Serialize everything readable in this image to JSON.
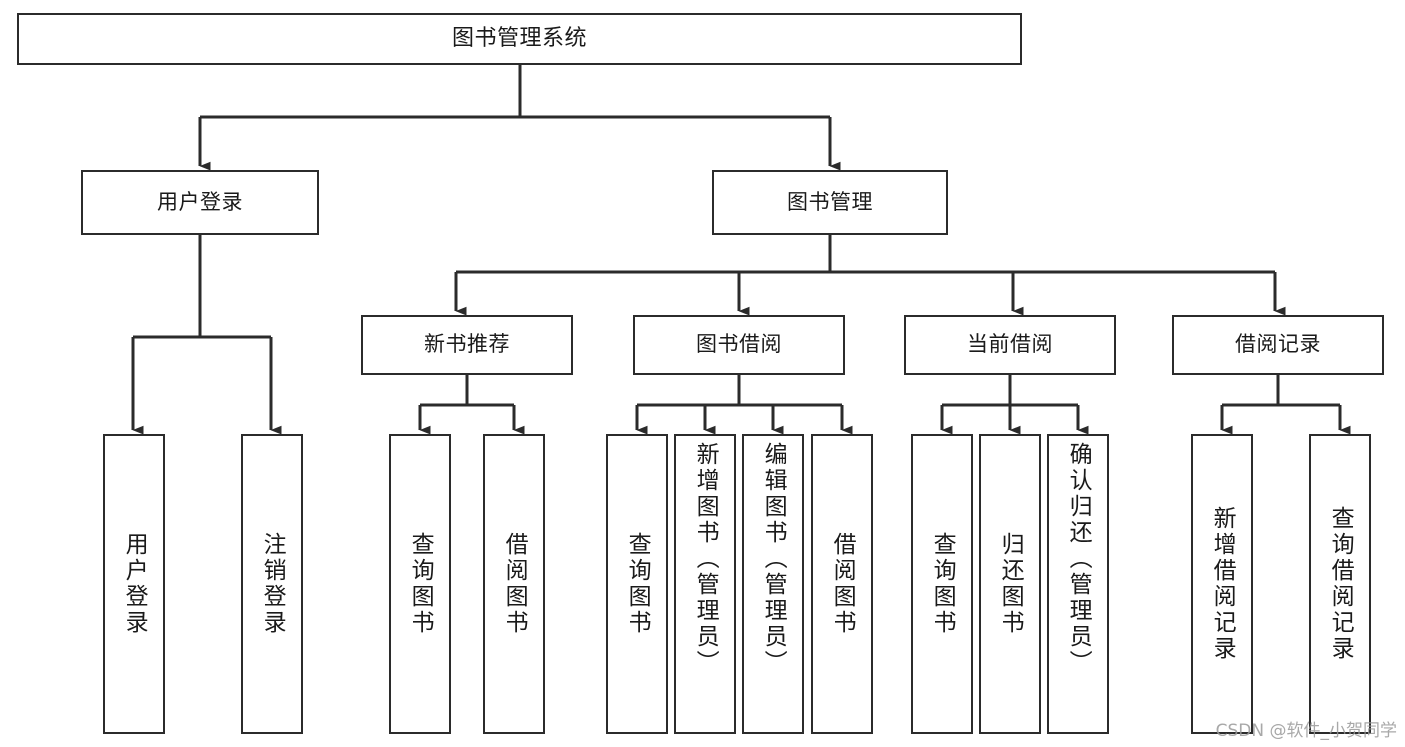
{
  "diagram": {
    "title": "图书管理系统",
    "type": "tree-hierarchy",
    "stroke_color": "#2b2b2b",
    "fill_color": "#ffffff",
    "text_color": "#1a1a1a"
  },
  "nodes": {
    "root": {
      "label": "图书管理系统"
    },
    "level2": [
      {
        "label": "用户登录"
      },
      {
        "label": "图书管理"
      }
    ],
    "level3": [
      {
        "label": "新书推荐"
      },
      {
        "label": "图书借阅"
      },
      {
        "label": "当前借阅"
      },
      {
        "label": "借阅记录"
      }
    ],
    "leaves": {
      "user_login": [
        {
          "label": "用户登录"
        },
        {
          "label": "注销登录"
        }
      ],
      "new_book": [
        {
          "label": "查询图书"
        },
        {
          "label": "借阅图书"
        }
      ],
      "book_borrow": [
        {
          "label": "查询图书"
        },
        {
          "label": "新增图书（管理员）"
        },
        {
          "label": "编辑图书（管理员）"
        },
        {
          "label": "借阅图书"
        }
      ],
      "current_borrow": [
        {
          "label": "查询图书"
        },
        {
          "label": "归还图书"
        },
        {
          "label": "确认归还（管理员）"
        }
      ],
      "borrow_record": [
        {
          "label": "新增借阅记录"
        },
        {
          "label": "查询借阅记录"
        }
      ]
    }
  },
  "watermark": {
    "text": "CSDN @软件_小贺同学"
  }
}
